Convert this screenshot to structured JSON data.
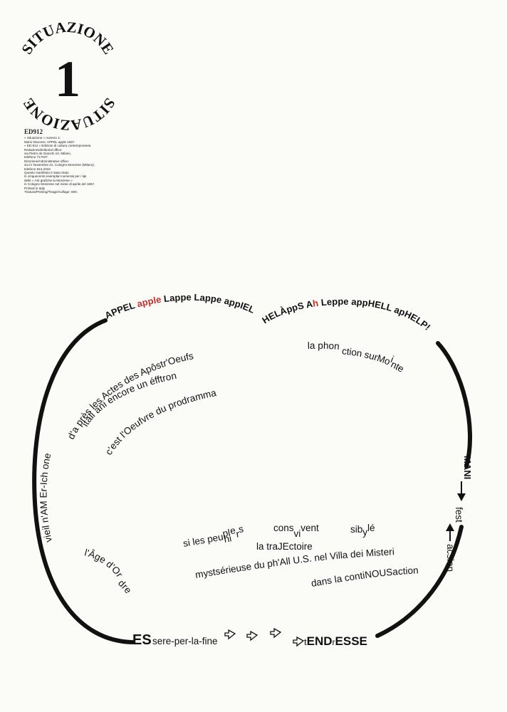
{
  "logo": {
    "title_top": "SITUAZIONE",
    "number": "1",
    "title_bottom": "SITUAZIONE"
  },
  "colophon": {
    "publisher_mark": "ED912",
    "lines": [
      "« Situazione » numero 1:",
      "Mario Diacono: APPEL apple 1967",
      "« ED.912 » Edizioni di cultura contemporanea",
      "Redazione/Editorial office:",
      "via Pietro de Gianchi 10, Milano,",
      "telefono 717027",
      "Direzione/Administrative office:",
      "via IV Novembre 21, Cologno Monzese (Milano),",
      "telefono 912.2316",
      "Questo manifesto è stato tirato",
      "in cinquecento esemplari numerati per i tipi",
      "delle « Arti grafiche la Monzese »",
      "in Cologno Monzese nel mese di aprile del 1967.",
      "Printed in Italy",
      "Tiratura/Printing/Tirage/Auflage: 500."
    ]
  },
  "poem": {
    "top_left": [
      "APPEL ",
      "apple",
      " Lappe Lappe appIEL"
    ],
    "top_right": [
      "HELÀppS A",
      "h",
      " Leppe appHELL apHELP!"
    ],
    "inner_right": [
      "la phon",
      "ction surMo",
      "i",
      "nte"
    ],
    "inner_arc": [
      "d'a près les Actes des Apôstr'Oeufs",
      "itali ani encore un éfftron",
      "c'est l'Oeufvre du prodramma"
    ],
    "left_vertical": "vieil n'AM Er-Ich one",
    "right_vertical": [
      "MANI",
      "fest",
      "acsion"
    ],
    "center_line1": [
      "si les peu",
      "pl",
      "hi",
      "e",
      "r",
      "s",
      "cons",
      "vi",
      "vent",
      "sib",
      "y",
      "lé"
    ],
    "center_line2": "la traJEctoire",
    "center_line3": "mystsérieuse du ph'All U.S. nel Villa dei Misteri",
    "center_line4": "dans la contiNOUSaction",
    "age_line1": "l'Âge d'Or",
    "age_line2": "dre",
    "bottom": [
      "ES",
      "sere-per-la-fine",
      "t",
      "END",
      "r",
      "ESSE"
    ]
  },
  "colors": {
    "accent": "#c4302b",
    "ink": "#111111",
    "paper": "#fbfbf8"
  }
}
